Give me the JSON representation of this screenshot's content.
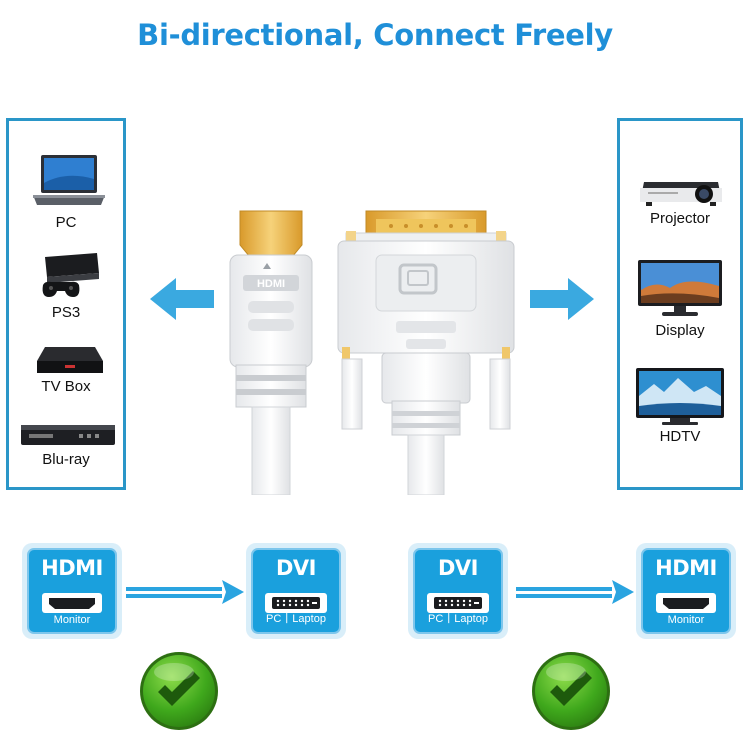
{
  "title": "Bi-directional, Connect Freely",
  "left_devices": [
    {
      "label": "PC",
      "icon": "laptop-icon"
    },
    {
      "label": "PS3",
      "icon": "game-console-icon"
    },
    {
      "label": "TV Box",
      "icon": "tv-box-icon"
    },
    {
      "label": "Blu-ray",
      "icon": "bluray-player-icon"
    }
  ],
  "right_devices": [
    {
      "label": "Projector",
      "icon": "projector-icon"
    },
    {
      "label": "Display",
      "icon": "monitor-icon"
    },
    {
      "label": "HDTV",
      "icon": "tv-icon"
    }
  ],
  "cable_logo_text": "HDMI",
  "connections": [
    {
      "from": {
        "title": "HDMI",
        "subtitle": "Monitor"
      },
      "to": {
        "title": "DVI",
        "subtitle": "PC丨Laptop"
      }
    },
    {
      "from": {
        "title": "DVI",
        "subtitle": "PC丨Laptop"
      },
      "to": {
        "title": "HDMI",
        "subtitle": "Monitor"
      }
    }
  ],
  "colors": {
    "accent_blue": "#1f8fd8",
    "card_blue": "#1aa0dd",
    "check_green": "#3fa81c",
    "gold": "#e7b94a"
  }
}
